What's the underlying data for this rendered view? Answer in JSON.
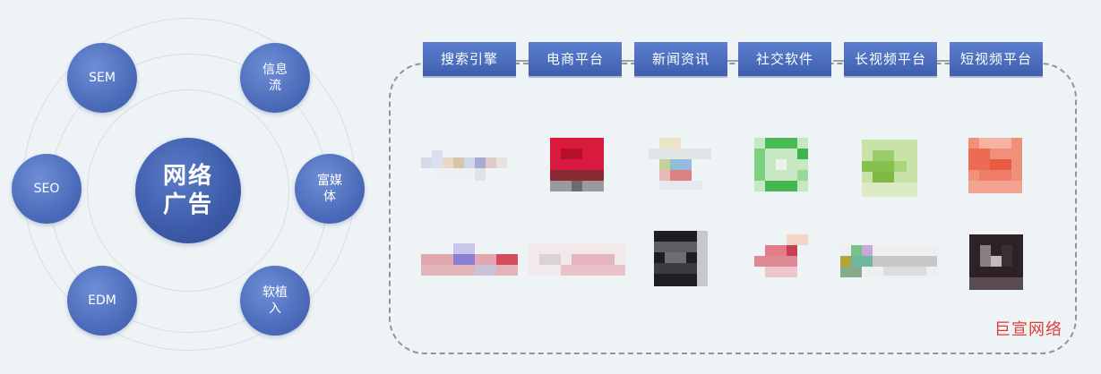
{
  "diagram": {
    "hub": {
      "line1": "网络",
      "line2": "广告"
    },
    "nodes": {
      "sem": {
        "line1": "SEM"
      },
      "info_flow": {
        "line1": "信息",
        "line2": "流"
      },
      "seo": {
        "line1": "SEO"
      },
      "rich_media": {
        "line1": "富媒",
        "line2": "体"
      },
      "edm": {
        "line1": "EDM"
      },
      "soft_placement": {
        "line1": "软植",
        "line2": "入"
      }
    }
  },
  "categories": [
    {
      "label": "搜索引擎"
    },
    {
      "label": "电商平台"
    },
    {
      "label": "新闻资讯"
    },
    {
      "label": "社交软件"
    },
    {
      "label": "长视频平台"
    },
    {
      "label": "短视频平台"
    }
  ],
  "logos": {
    "row1": [
      "logo-search",
      "logo-ecommerce",
      "logo-news",
      "logo-social",
      "logo-longvideo",
      "logo-shortvideo"
    ],
    "row2": [
      "logo-search-2",
      "logo-ecommerce-2",
      "logo-news-2",
      "logo-social-2",
      "logo-longvideo-2",
      "logo-shortvideo-2"
    ]
  },
  "watermark": "巨宣网络"
}
